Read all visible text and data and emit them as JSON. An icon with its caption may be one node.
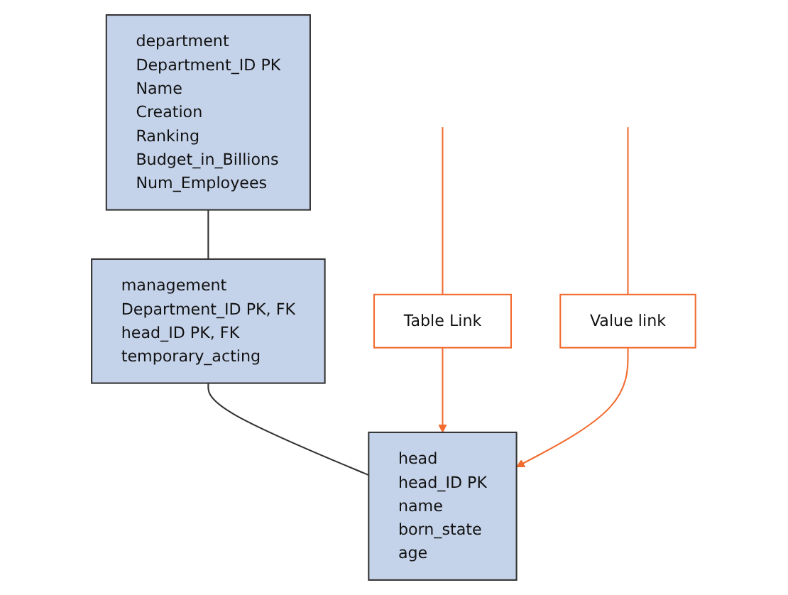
{
  "diagram": {
    "nodes": [
      {
        "text": [
          "department",
          "Department_ID PK",
          "Name",
          "Creation",
          "Ranking",
          "Budget_in_Billions",
          "Num_Employees"
        ]
      },
      {
        "text": [
          "Table Link"
        ]
      },
      {
        "text": [
          "Value link"
        ]
      },
      {
        "text": [
          "management",
          "Department_ID PK, FK",
          "head_ID PK, FK",
          "temporary_acting"
        ]
      },
      {
        "text": [
          "head",
          "head_ID PK",
          "name",
          "born_state",
          "age"
        ]
      }
    ],
    "edges": [
      {
        "from": 0,
        "to": 3,
        "arrow": "none",
        "color": "#333333"
      },
      {
        "from": 3,
        "to": 4,
        "arrow": "none",
        "color": "#333333"
      },
      {
        "from": null,
        "to": 1,
        "arrow": "none"
      },
      {
        "from": 1,
        "to": 4,
        "arrow": "to"
      },
      {
        "from": null,
        "to": 2,
        "arrow": "none"
      },
      {
        "from": 2,
        "to": 4,
        "arrow": "to"
      }
    ]
  }
}
